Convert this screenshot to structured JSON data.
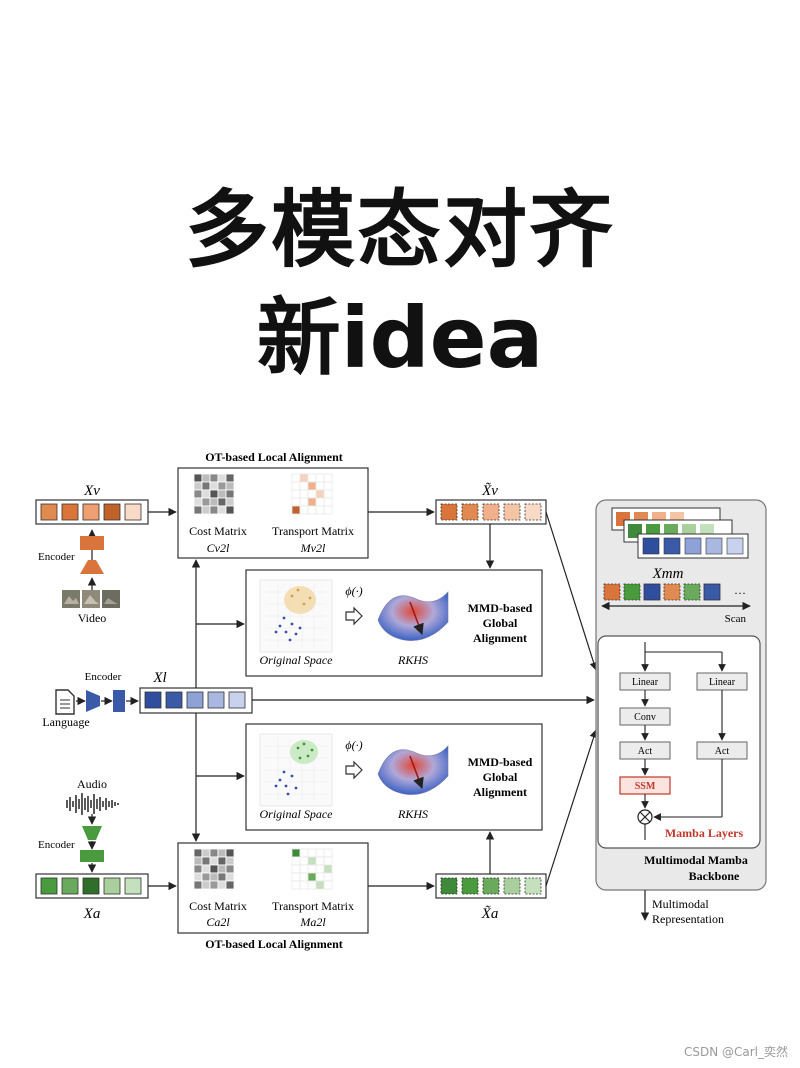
{
  "title_line1": "多模态对齐",
  "title_line2": "新idea",
  "diagram": {
    "ot_top_title": "OT-based Local Alignment",
    "ot_bottom_title": "OT-based Local Alignment",
    "cost_matrix": "Cost Matrix",
    "transport_matrix": "Transport Matrix",
    "c_v2l": "Cv2l",
    "m_v2l": "Mv2l",
    "c_a2l": "Ca2l",
    "m_a2l": "Ma2l",
    "x_v": "Xv",
    "x_l": "Xl",
    "x_a": "Xa",
    "x_v_tilde": "X̃v",
    "x_a_tilde": "X̃a",
    "x_mm": "Xmm",
    "encoder": "Encoder",
    "video": "Video",
    "language": "Language",
    "audio": "Audio",
    "phi": "ϕ(·)",
    "original_space": "Original Space",
    "rkhs": "RKHS",
    "mmd_line1": "MMD-based",
    "mmd_line2": "Global",
    "mmd_line3": "Alignment",
    "scan": "Scan",
    "ellipsis": "···",
    "linear": "Linear",
    "conv": "Conv",
    "act": "Act",
    "ssm": "SSM",
    "mamba_layers": "Mamba Layers",
    "backbone_line1": "Multimodal Mamba",
    "backbone_line2": "Backbone",
    "output_line1": "Multimodal",
    "output_line2": "Representation"
  },
  "colors": {
    "orange": "#d9743a",
    "orange_light": "#f0b08a",
    "orange_pale": "#f8dac6",
    "blue": "#2f4f9e",
    "blue_mid": "#5a78c0",
    "blue_light": "#a9b8e0",
    "green": "#3f8a3a",
    "green_mid": "#6aaa5c",
    "green_light": "#c5e0bc",
    "ssm_red": "#c0392b"
  },
  "watermark": "CSDN @Carl_奕然"
}
